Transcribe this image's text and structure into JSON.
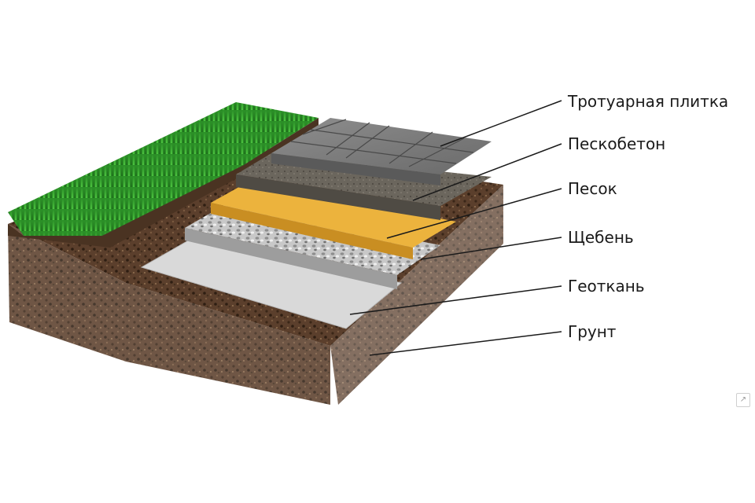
{
  "layers": [
    {
      "label": "Тротуарная плитка"
    },
    {
      "label": "Пескобетон"
    },
    {
      "label": "Песок"
    },
    {
      "label": "Щебень"
    },
    {
      "label": "Геоткань"
    },
    {
      "label": "Грунт"
    }
  ],
  "colors": {
    "grass": "#2f9a2a",
    "soil": "#5a3e2b",
    "tile": "#7d7d7d",
    "sand_concrete": "#6f6a62",
    "sand": "#e9b03a",
    "gravel": "#c9c9c9",
    "geotextile": "#d8d8d8",
    "leader_line": "#1a1a1a"
  }
}
